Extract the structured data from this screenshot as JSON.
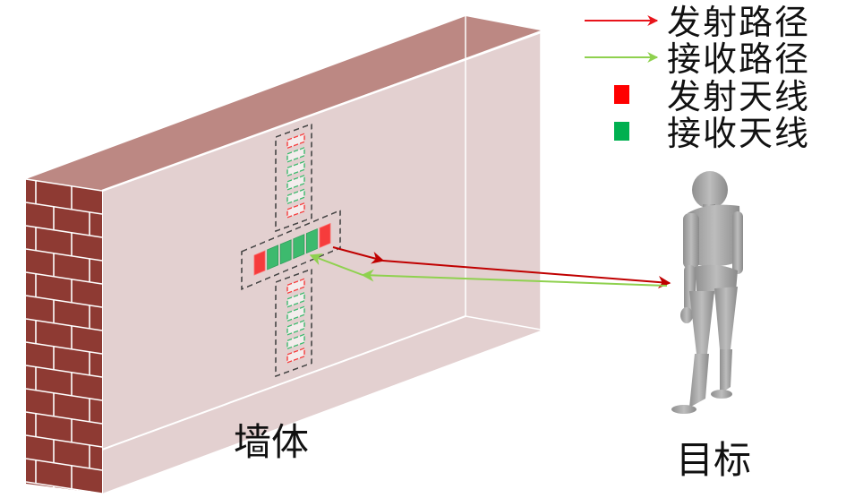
{
  "legend": {
    "items": [
      {
        "label": "发射路径",
        "kind": "arrow",
        "color": "#e8141b"
      },
      {
        "label": "接收路径",
        "kind": "arrow",
        "color": "#8fd14f"
      },
      {
        "label": "发射天线",
        "kind": "square",
        "color": "#ff0000"
      },
      {
        "label": "接收天线",
        "kind": "square",
        "color": "#00b050"
      }
    ]
  },
  "labels": {
    "wall": "墙体",
    "target": "目标"
  },
  "colors": {
    "wall_top": "#bc8883",
    "wall_front": "#e3d0d0",
    "brick": "#8e3a33",
    "tx_antenna": "#f63c3c",
    "rx_antenna": "#3dba6e",
    "tx_path": "#c00000",
    "rx_path": "#8fd14f"
  },
  "antenna_array": {
    "horizontal": [
      "tx",
      "rx",
      "rx",
      "rx",
      "rx",
      "tx"
    ],
    "vertical_top": [
      "tx",
      "rx",
      "rx",
      "rx",
      "rx",
      "tx"
    ],
    "vertical_bottom": [
      "tx",
      "rx",
      "rx",
      "rx",
      "rx",
      "tx"
    ]
  }
}
